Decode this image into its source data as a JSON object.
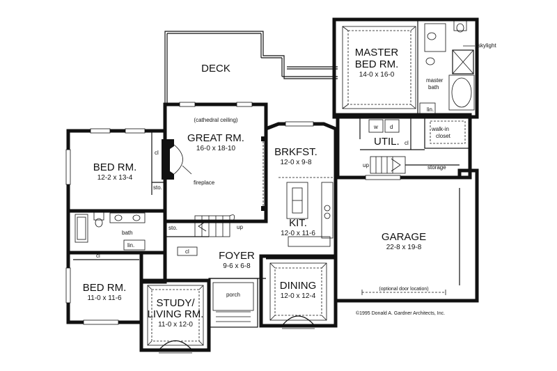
{
  "rooms": {
    "deck": {
      "name": "DECK"
    },
    "master": {
      "name1": "MASTER",
      "name2": "BED RM.",
      "dim": "14-0 x 16-0"
    },
    "skylight": {
      "label": "skylight"
    },
    "master_bath": {
      "line1": "master",
      "line2": "bath"
    },
    "lin_master": {
      "label": "lin."
    },
    "walk_in": {
      "line1": "walk-in",
      "line2": "closet"
    },
    "util": {
      "name": "UTIL."
    },
    "washer": {
      "label": "w"
    },
    "dryer": {
      "label": "d"
    },
    "cl_util": {
      "label": "cl"
    },
    "storage": {
      "label": "storage"
    },
    "great": {
      "note": "(cathedral ceiling)",
      "name": "GREAT RM.",
      "dim": "16-0 x 18-10"
    },
    "fireplace": {
      "label": "fireplace"
    },
    "brkfst": {
      "name": "BRKFST.",
      "dim": "12-0 x 9-8"
    },
    "kit": {
      "name": "KIT.",
      "dim": "12-0 x 11-6"
    },
    "garage": {
      "name": "GARAGE",
      "dim": "22-8 x 19-8",
      "door_note": "(optional door location)"
    },
    "bed1": {
      "name": "BED RM.",
      "dim": "12-2 x 13-4"
    },
    "cl_bed1": {
      "label": "cl"
    },
    "sto_bed1": {
      "label": "sto."
    },
    "bath": {
      "label": "bath"
    },
    "lin_bath": {
      "label": "lin."
    },
    "cl_bed2": {
      "label": "cl"
    },
    "bed2": {
      "name": "BED RM.",
      "dim": "11-0 x 11-6"
    },
    "sto_hall": {
      "label": "sto."
    },
    "stair_up_hall": {
      "label": "up"
    },
    "stair_up_util": {
      "label": "up"
    },
    "cl_foyer": {
      "label": "cl"
    },
    "foyer": {
      "name": "FOYER",
      "dim": "9-6 x 6-8"
    },
    "porch": {
      "label": "porch"
    },
    "dining": {
      "name": "DINING",
      "dim": "12-0 x 12-4"
    },
    "study": {
      "name1": "STUDY/",
      "name2": "LIVING RM.",
      "dim": "11-0 x 12-0"
    }
  },
  "copyright": "©1995 Donald A. Gardner Architects, Inc."
}
